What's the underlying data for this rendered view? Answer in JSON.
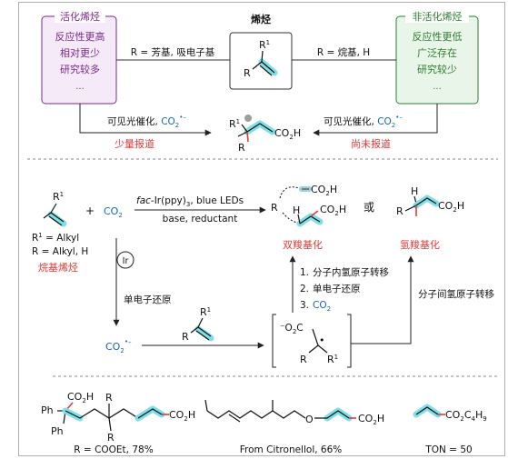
{
  "colors": {
    "purple": "#7c2a8c",
    "green": "#2e7d32",
    "red": "#e53935",
    "blue": "#1565c0",
    "highlight": "#7fdfe8",
    "box_purple_fill": "#f5eaf7",
    "box_purple_border": "#7c2a8c",
    "box_green_fill": "#eaf5ea",
    "box_green_border": "#2e7d32",
    "text": "#111111"
  },
  "top": {
    "left_box": {
      "title": "活化烯烃",
      "lines": [
        "反应性更高",
        "相对更少",
        "研究较多",
        "..."
      ]
    },
    "right_box": {
      "title": "非活化烯烃",
      "lines": [
        "反应性更低",
        "广泛存在",
        "研究较少",
        "..."
      ]
    },
    "center_title": "烯烃",
    "center_r1": "R",
    "center_r1_sup": "1",
    "center_r": "R",
    "label_left": "R = 芳基, 吸电子基",
    "label_right": "R = 烷基, H",
    "arrow_left_label": "可见光催化, ",
    "arrow_right_label": "可见光催化, ",
    "co2_radical": "CO",
    "co2_sub": "2",
    "co2_dot": "•–",
    "product_r1": "R",
    "product_r1_sup": "1",
    "product_r": "R",
    "product_co2h": "CO",
    "product_co2h_sub": "2",
    "product_co2h_h": "H",
    "status_left": "少量报道",
    "status_right": "尚未报道"
  },
  "middle": {
    "substrate_r1": "R",
    "substrate_r1_sup": "1",
    "plus": "+",
    "co2": "CO",
    "co2_sub": "2",
    "conditions_top_a": "fac",
    "conditions_top_b": "-Ir(ppy)",
    "conditions_top_sub": "3",
    "conditions_top_c": ", blue LEDs",
    "conditions_bottom": "base, reductant",
    "r1_def": "R",
    "r1_def_sup": "1",
    "r1_def_tail": " = Alkyl",
    "r_def": "R = Alkyl, H",
    "substrate_label": "烷基烯烃",
    "ir_label": "Ir",
    "set_label": "单电子还原",
    "co2_radical": "CO",
    "co2_radical_sub": "2",
    "co2_radical_dot": "•–",
    "alkene_r1": "R",
    "alkene_r1_sup": "1",
    "alkene_r": "R",
    "di_co2h_top": "CO",
    "di_co2h_top_sub": "2",
    "di_co2h_top_h": "H",
    "di_co2h_bottom": "CO",
    "di_co2h_bottom_sub": "2",
    "di_co2h_bottom_h": "H",
    "di_r": "R",
    "di_h": "H",
    "di_label": "双羧基化",
    "or": "或",
    "hc_h": "H",
    "hc_r": "R",
    "hc_co2h": "CO",
    "hc_co2h_sub": "2",
    "hc_co2h_h": "H",
    "hc_label": "氢羧基化",
    "steps": [
      {
        "num": "1.",
        "text": "分子内氢原子转移"
      },
      {
        "num": "2.",
        "text": "单电子还原"
      },
      {
        "num": "3.",
        "text": "CO",
        "sub": "2"
      }
    ],
    "inter_hat": "分子间氢原子转移",
    "intermediate_o2c": "⁻O",
    "intermediate_o2c_sub": "2",
    "intermediate_o2c_c": "C",
    "intermediate_r": "R",
    "intermediate_r1": "R",
    "intermediate_r1_sup": "1",
    "intermediate_radical": "•"
  },
  "bottom": {
    "ex1_ph1": "Ph",
    "ex1_ph2": "Ph",
    "ex1_co2h": "CO",
    "ex1_co2h_sub": "2",
    "ex1_co2h_h": "H",
    "ex1_r_top": "R",
    "ex1_r_bottom": "R",
    "ex1_co2h_end": "CO",
    "ex1_co2h_end_sub": "2",
    "ex1_co2h_end_h": "H",
    "ex1_caption": "R = COOEt, 78%",
    "ex2_o": "O",
    "ex2_co2h": "CO",
    "ex2_co2h_sub": "2",
    "ex2_co2h_h": "H",
    "ex2_caption": "From Citronellol, 66%",
    "ex3_formula": "CO",
    "ex3_sub": "2",
    "ex3_tail": "C",
    "ex3_tail_sub": "4",
    "ex3_tail_h": "H",
    "ex3_tail_h_sub": "9",
    "ex3_caption": "TON = 50"
  }
}
